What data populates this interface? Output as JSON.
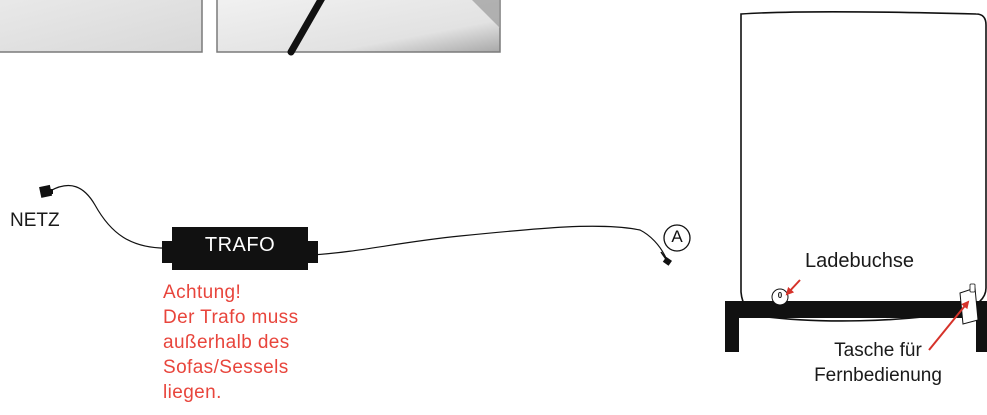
{
  "labels": {
    "netz": "NETZ",
    "trafo": "TRAFO",
    "connector": "A",
    "charging_socket": "Ladebuchse",
    "charging_port_symbol": "0",
    "remote_pocket_line1": "Tasche für",
    "remote_pocket_line2": "Fernbedienung"
  },
  "warning": {
    "lines": [
      "Achtung!",
      "Der Trafo muss",
      "außerhalb des",
      "Sofas/Sessels",
      "liegen."
    ]
  },
  "colors": {
    "warning": "#e8453c",
    "arrow": "#d6322a",
    "trafo_body": "#111111",
    "photo_border": "#7a7a7a"
  }
}
